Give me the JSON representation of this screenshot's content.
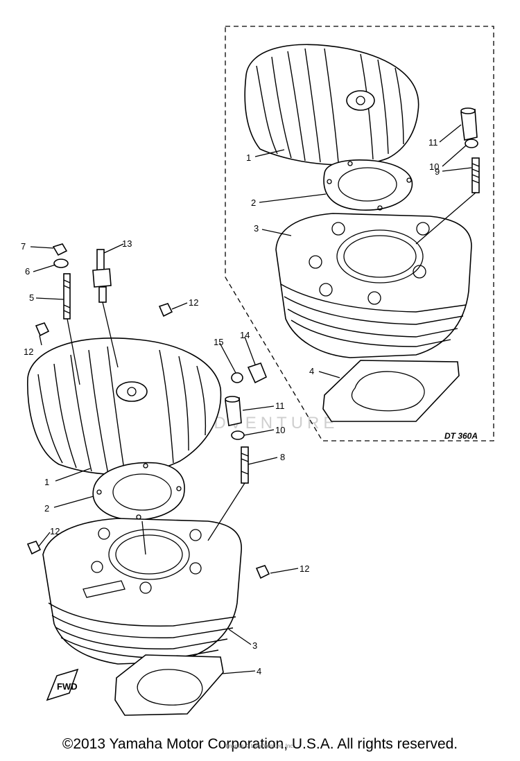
{
  "diagram": {
    "model_tag": "DT 360A",
    "watermark": "LEADVENTURE",
    "front_arrow_label": "FWD",
    "callouts": {
      "c_1_top": "1",
      "c_2_top": "2",
      "c_3_top": "3",
      "c_4_top": "4",
      "c_9": "9",
      "c_10_top": "10",
      "c_11_top": "11",
      "c_7": "7",
      "c_6": "6",
      "c_5": "5",
      "c_13": "13",
      "c_12_a": "12",
      "c_12_b": "12",
      "c_15": "15",
      "c_14": "14",
      "c_11_mid": "11",
      "c_10_mid": "10",
      "c_8": "8",
      "c_1_bot": "1",
      "c_2_bot": "2",
      "c_12_c": "12",
      "c_12_d": "12",
      "c_3_bot": "3",
      "c_4_bot": "4"
    }
  },
  "footer": {
    "copyright": "©2013 Yamaha Motor Corporation, U.S.A. All rights reserved.",
    "subline": "Images © LeadVenture, Inc."
  }
}
